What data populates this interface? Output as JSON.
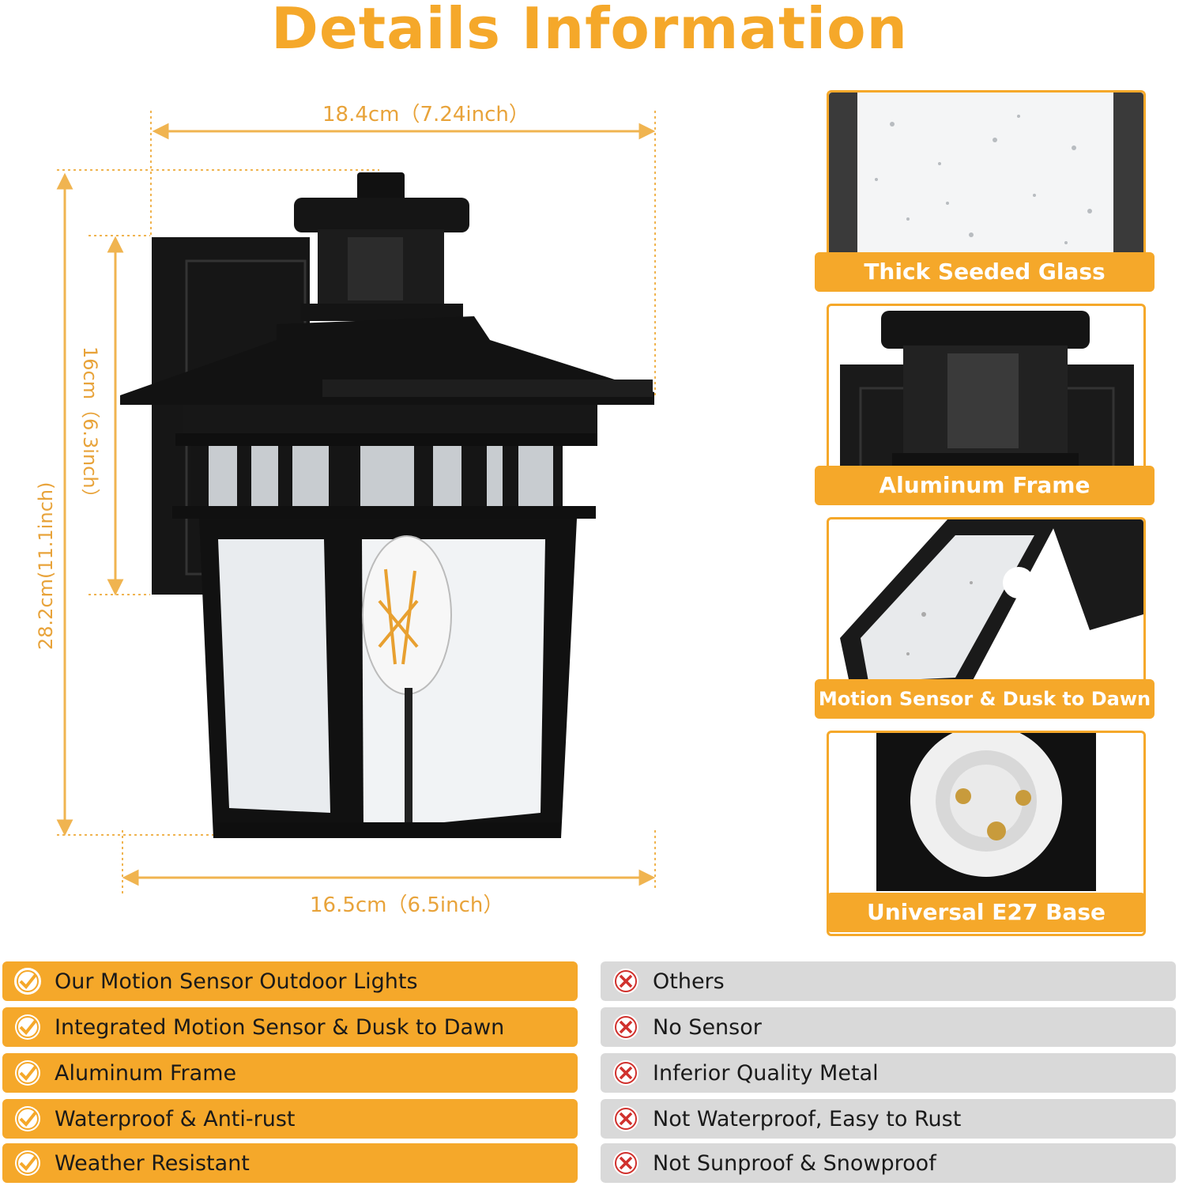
{
  "title": "Details Information",
  "dimensions": {
    "top_width": "18.4cm（7.24inch）",
    "bottom_width": "16.5cm（6.5inch）",
    "total_height": "28.2cm(11.1inch)",
    "backplate_height": "16cm（6.3inch）"
  },
  "features": [
    {
      "label": "Thick Seeded Glass",
      "icon": "seeded-glass-closeup"
    },
    {
      "label": "Aluminum Frame",
      "icon": "motion-sensor-closeup"
    },
    {
      "label": "Motion Sensor & Dusk to Dawn",
      "icon": "lamp-frame-closeup"
    },
    {
      "label": "Universal E27 Base",
      "icon": "e27-socket-closeup"
    }
  ],
  "comparison": {
    "ours": [
      "Our Motion Sensor Outdoor Lights",
      "Integrated Motion Sensor & Dusk to Dawn",
      "Aluminum Frame",
      "Waterproof & Anti-rust",
      "Weather Resistant"
    ],
    "others": [
      "Others",
      "No Sensor",
      "Inferior Quality Metal",
      "Not Waterproof, Easy to Rust",
      "Not Sunproof & Snowproof"
    ]
  },
  "colors": {
    "accent": "#f5a82a",
    "gray_row": "#d9d9d9",
    "cross": "#d0312d"
  }
}
